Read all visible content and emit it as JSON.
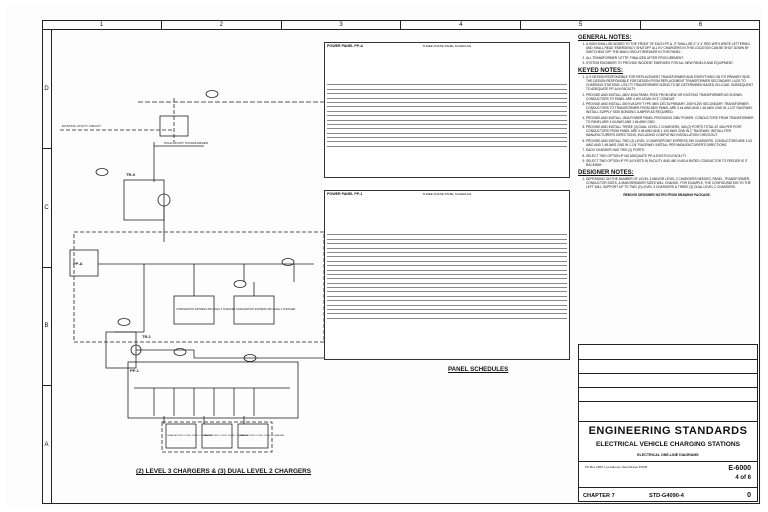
{
  "columns": [
    "1",
    "2",
    "3",
    "4",
    "5",
    "6"
  ],
  "rows": [
    "D",
    "C",
    "B",
    "A"
  ],
  "diagram": {
    "caption": "(2) LEVEL 3 CHARGERS & (3) DUAL LEVEL 2 CHARGERS",
    "labels": {
      "existing_utility": "EXISTING UTILITY CIRCUIT",
      "pole_mount": "POLE-MOUNT TRANSFORMER",
      "tr_x": "TR-X",
      "pp_a": "PP-A",
      "tr_1": "TR-1",
      "pp_1": "PP-1",
      "charger_l3": "CHARGEPOINT EXPRESS 250 LEVEL 3 CHARGER",
      "charger_l2": "CHARGEPOINT CT4021 LEVEL 2 CHARGER"
    }
  },
  "panels": {
    "panel_a_title": "POWER PANEL PP-A",
    "panel_a_head": "THREE PHASE PANEL SCHEDULE",
    "panel_1_title": "POWER PANEL PP-1",
    "panel_1_head": "THREE PHASE PANEL SCHEDULE",
    "caption": "PANEL SCHEDULES"
  },
  "notes": {
    "general_title": "GENERAL NOTES:",
    "general": [
      "A SIGN SHALL BE ADDED TO THE FRONT OF EACH PP-A. IT SHALL BE 2\" X 4\" RED WITH WHITE LETTERING, AND SHALL READ 'EMERGENCY SHUTOFF ALL EV CHARGERS IN THIS LOCATION CAN BE SHUT DOWN BY SWITCHING OFF THE MAIN CIRCUIT BREAKER IN THIS PANEL.'",
      "ALL TRANSFORMER 'LETTE' FINALIZED AFTER PROCUREMENT.",
      "SYSTEM ENGINEER TO PROVIDE INCIDENT ENERGIES FOR ALL NEW PANELS AND EQUIPMENT."
    ],
    "keyed_title": "KEYED NOTES:",
    "keyed": [
      "U.S DESIGN RESPONSIBLE FOR REPLACEMENT TRANSFORMER AND EVERYTHING ON ITS PRIMARY SIDE. THE DESIGN RESPONSIBLE FOR DESIGN FROM REPLACEMENT TRANSFORMER SECONDARY LUGS TO CHARGING STATIONS. UTILITY TRANSFORMER SIZING TO BE DETERMINED BASED ON LOAD. SUBSEQUENT TO ADEQUATE PP-A IN FACILITY.",
      "PROVIDE AND INSTALL 480V 400A PANEL FEED FROM NEW OR EXISTING TRANSFORMER AS SHOWN. CONDUCTORS TO PANEL ARE 4 400 KCMIL IN 3\" CONDUIT.",
      "PROVIDE AND INSTALL 300 KVA DRY TYPE 480V DELTA PRIMARY, 208Y/120V SECONDARY TRANSFORMER. CONDUCTORS TO TRANSFORMER FROM 480V PANEL ARE 3 #4 AWG AND 1 #6 AWG GND IN 1-1/2\" RACEWAY. INSTALL SUPPLY SIDE BONDING JUMPER AS REQUIRED.",
      "PROVIDE AND INSTALL 150A POWER PANEL PROVIDING 208V POWER. CONDUCTORS FROM TRANSFORMER TO PANEL ARE 4 #3 AWG AND 1 #6 AWG GND.",
      "PROVIDE AND INSTALL THREE (3) DUAL LEVEL 2 CHARGERS, 30A (2) PORTS TOTAL AT 40A PER PORT. CONDUCTORS FROM PANEL ARE 3 #8 AWG AND 1 #10 AWG GND IN 1\" RACEWAY. INSTALL PER MANUFACTURER'S DIRECTIONS, INCLUDING COMPUTING INSTALLATION CHECKOUT.",
      "PROVIDE AND INSTALL TWO (2) LEVEL 3 CHARGEPOINT EXPRESS 250 CHARGERS. CONDUCTORS ARE 4 #3 AWG AND 1 #8 AWG GND IN 1-1/4\" RACEWAY. INSTALL PER MANUFACTURER'S DIRECTIONS.",
      "EACH CHARGER HAS TWO (2) PORTS.",
      "SELECT TWO OPTION IF NO ADEQUATE PP-A EXISTS IN FACILITY.",
      "SELECT TWO OPTION IF PP-A EXISTS IN FACILITY AND 480 V/400 A RATED CONDUCTOR TO FEEDER IS 3\" RACEWAY."
    ],
    "designer_title": "DESIGNER NOTES:",
    "designer": [
      "DEPENDING ON THE NUMBER OF LEVEL 3 AND/OR LEVEL 2 CHARGERS NEEDED, PANEL, TRANSFORMER, CONDUCTOR SIZES, & MAIN BREAKER SIZES WILL CHANGE. FOR EXAMPLE, THE CONFIGURATION TO THE LEFT WILL SUPPORT UP TO TWO (2) LEVEL 3 CHARGERS & THREE (3) DUAL LEVEL 2 CHARGERS."
    ],
    "remove_note": "REMOVE DESIGNER NOTES FROM DRAWING PACKAGE."
  },
  "title_block": {
    "main": "ENGINEERING STANDARDS",
    "sub": "ELECTRICAL VEHICLE CHARGING STATIONS",
    "drawing": "ELECTRICAL ONE-LINE DIAGRAMS",
    "sheet": "E-6000",
    "sheet_of": "4 of 6",
    "chapter": "CHAPTER 7",
    "std": "STD-G4090-4",
    "rev": "0",
    "address": "PO Box 1663, Los Alamos, New Mexico 87545"
  }
}
